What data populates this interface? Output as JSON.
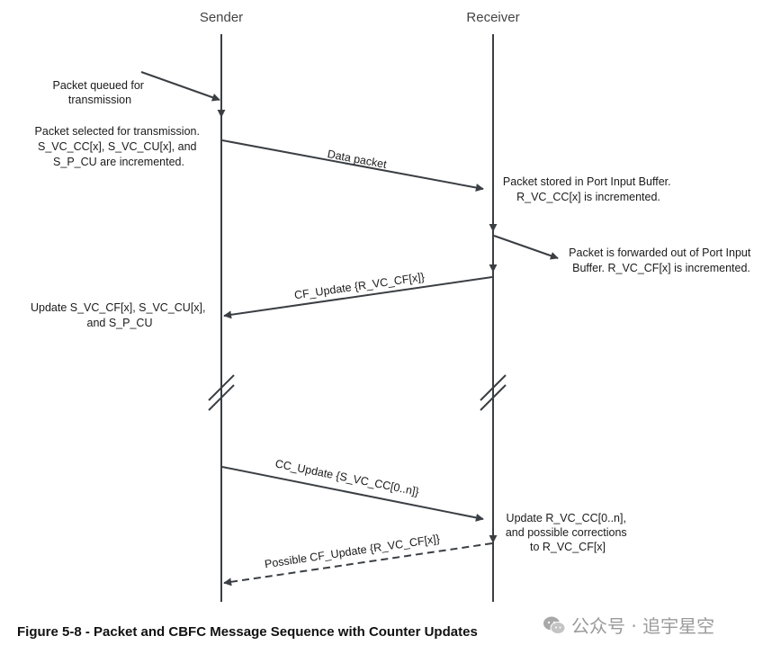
{
  "participants": {
    "sender": "Sender",
    "receiver": "Receiver"
  },
  "messages": {
    "data_packet": "Data packet",
    "cf_update": "CF_Update {R_VC_CF[x]}",
    "cc_update": "CC_Update {S_VC_CC[0..n]}",
    "possible_cf_update": "Possible CF_Update {R_VC_CF[x]}"
  },
  "notes": {
    "queued": [
      "Packet queued for",
      "transmission"
    ],
    "selected": [
      "Packet selected for transmission.",
      "S_VC_CC[x], S_VC_CU[x], and",
      "S_P_CU are incremented."
    ],
    "stored": [
      "Packet stored in Port Input Buffer.",
      "R_VC_CC[x] is incremented."
    ],
    "forwarded": [
      "Packet is forwarded out of Port Input",
      "Buffer. R_VC_CF[x] is incremented."
    ],
    "update_sender": [
      "Update S_VC_CF[x], S_VC_CU[x],",
      "and S_P_CU"
    ],
    "update_receiver": [
      "Update R_VC_CC[0..n],",
      "and possible corrections",
      "to R_VC_CF[x]"
    ]
  },
  "caption": "Figure 5-8 - Packet and CBFC Message Sequence with Counter Updates",
  "watermark": "公众号 · 追宇星空",
  "colors": {
    "line": "#3a3f44",
    "text": "#1a1a1a"
  }
}
